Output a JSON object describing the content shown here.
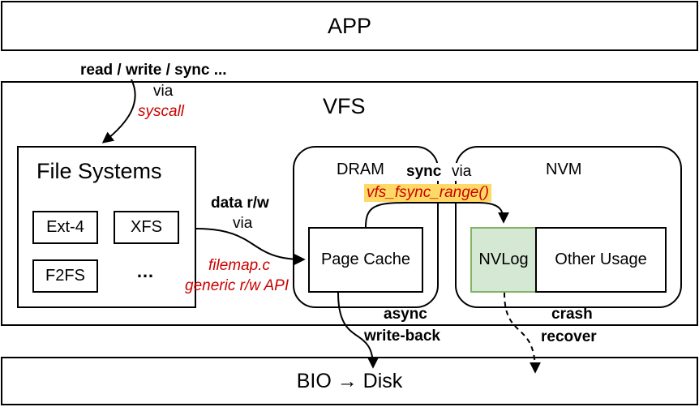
{
  "app": {
    "label": "APP"
  },
  "vfs": {
    "label": "VFS"
  },
  "bio": {
    "label": "BIO → Disk"
  },
  "file_systems": {
    "title": "File Systems",
    "items": [
      "Ext-4",
      "XFS",
      "F2FS",
      "…"
    ]
  },
  "dram": {
    "label": "DRAM",
    "page_cache": "Page Cache"
  },
  "nvm": {
    "label": "NVM",
    "nvlog": "NVLog",
    "other_usage": "Other Usage"
  },
  "annotations": {
    "app_to_fs_bold": "read / write / sync ...",
    "app_to_fs_via": "via",
    "app_to_fs_red": "syscall",
    "data_rw_bold": "data r/w",
    "data_rw_via": "via",
    "data_rw_red1": "filemap.c",
    "data_rw_red2": "generic r/w API",
    "sync_bold": "sync",
    "sync_via": "via",
    "sync_red": "vfs_fsync_range()",
    "async_bold1": "async",
    "async_bold2": "write-back",
    "crash_bold1": "crash",
    "crash_bold2": "recover"
  },
  "colors": {
    "annotation_red": "#cc0000",
    "highlight_bg": "#ffd966",
    "nvlog_fill": "#d5e8d4",
    "nvlog_border": "#82b366"
  }
}
